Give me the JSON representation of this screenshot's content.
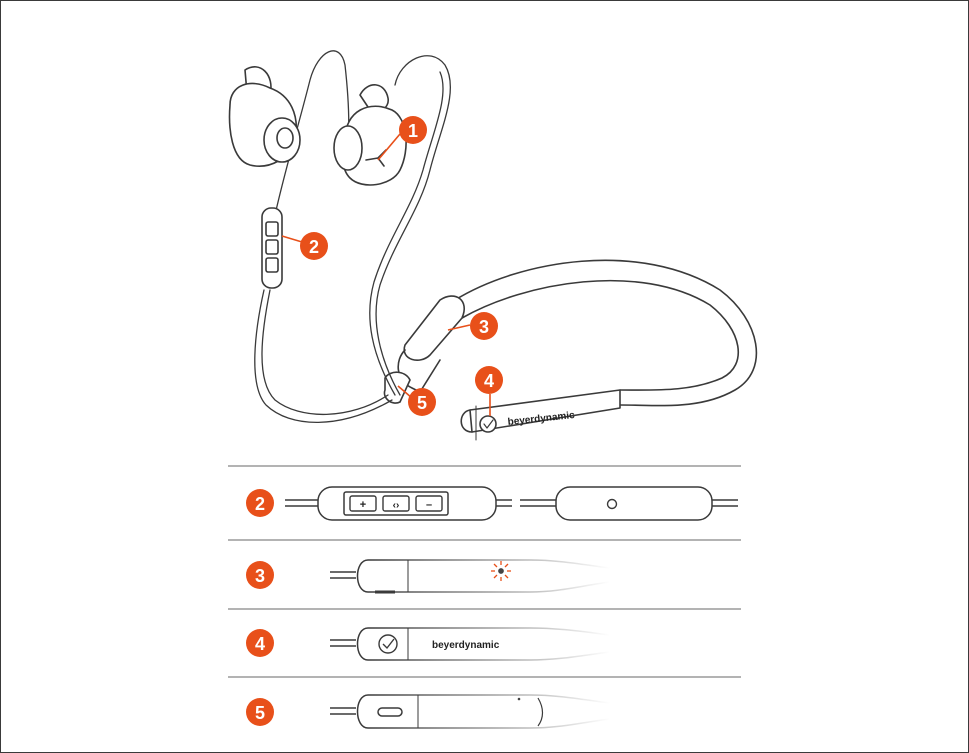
{
  "callouts": {
    "c1": "1",
    "c2": "2",
    "c3": "3",
    "c4": "4",
    "c5": "5"
  },
  "brand": "beyerdynamic",
  "remote_symbols": {
    "volume_up": "+",
    "play_pause": "‹›",
    "volume_down": "–"
  },
  "colors": {
    "accent": "#e8501a",
    "line": "#3a3a3a",
    "divider": "#9a9a9a",
    "body_fill": "#ffffff"
  },
  "icons": [
    "earbud",
    "inline-remote",
    "microphone",
    "led-indicator",
    "power-button",
    "usb-c-port"
  ]
}
